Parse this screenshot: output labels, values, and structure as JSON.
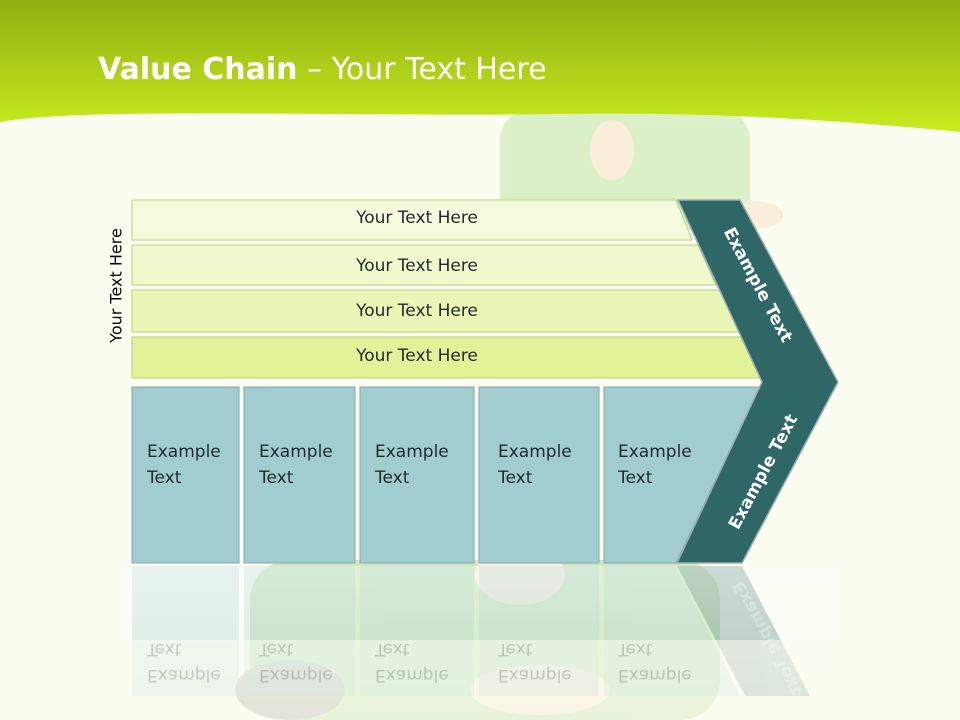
{
  "title": {
    "bold": "Value Chain",
    "rest": " – Your Text Here"
  },
  "side_label": "Your Text Here",
  "rows": [
    {
      "label": "Your Text Here"
    },
    {
      "label": "Your Text Here"
    },
    {
      "label": "Your Text Here"
    },
    {
      "label": "Your Text Here"
    }
  ],
  "boxes": [
    {
      "line1": "Example",
      "line2": "Text"
    },
    {
      "line1": "Example",
      "line2": "Text"
    },
    {
      "line1": "Example",
      "line2": "Text"
    },
    {
      "line1": "Example",
      "line2": "Text"
    },
    {
      "line1": "Example",
      "line2": "Text"
    }
  ],
  "arrow": {
    "upper": "Example Text",
    "lower": "Example Text"
  },
  "colors": {
    "header_green": "#b8d81a",
    "row_fill": "#eaf7b8",
    "box_fill": "#a2cdd0",
    "arrow_fill": "#2f6666"
  }
}
